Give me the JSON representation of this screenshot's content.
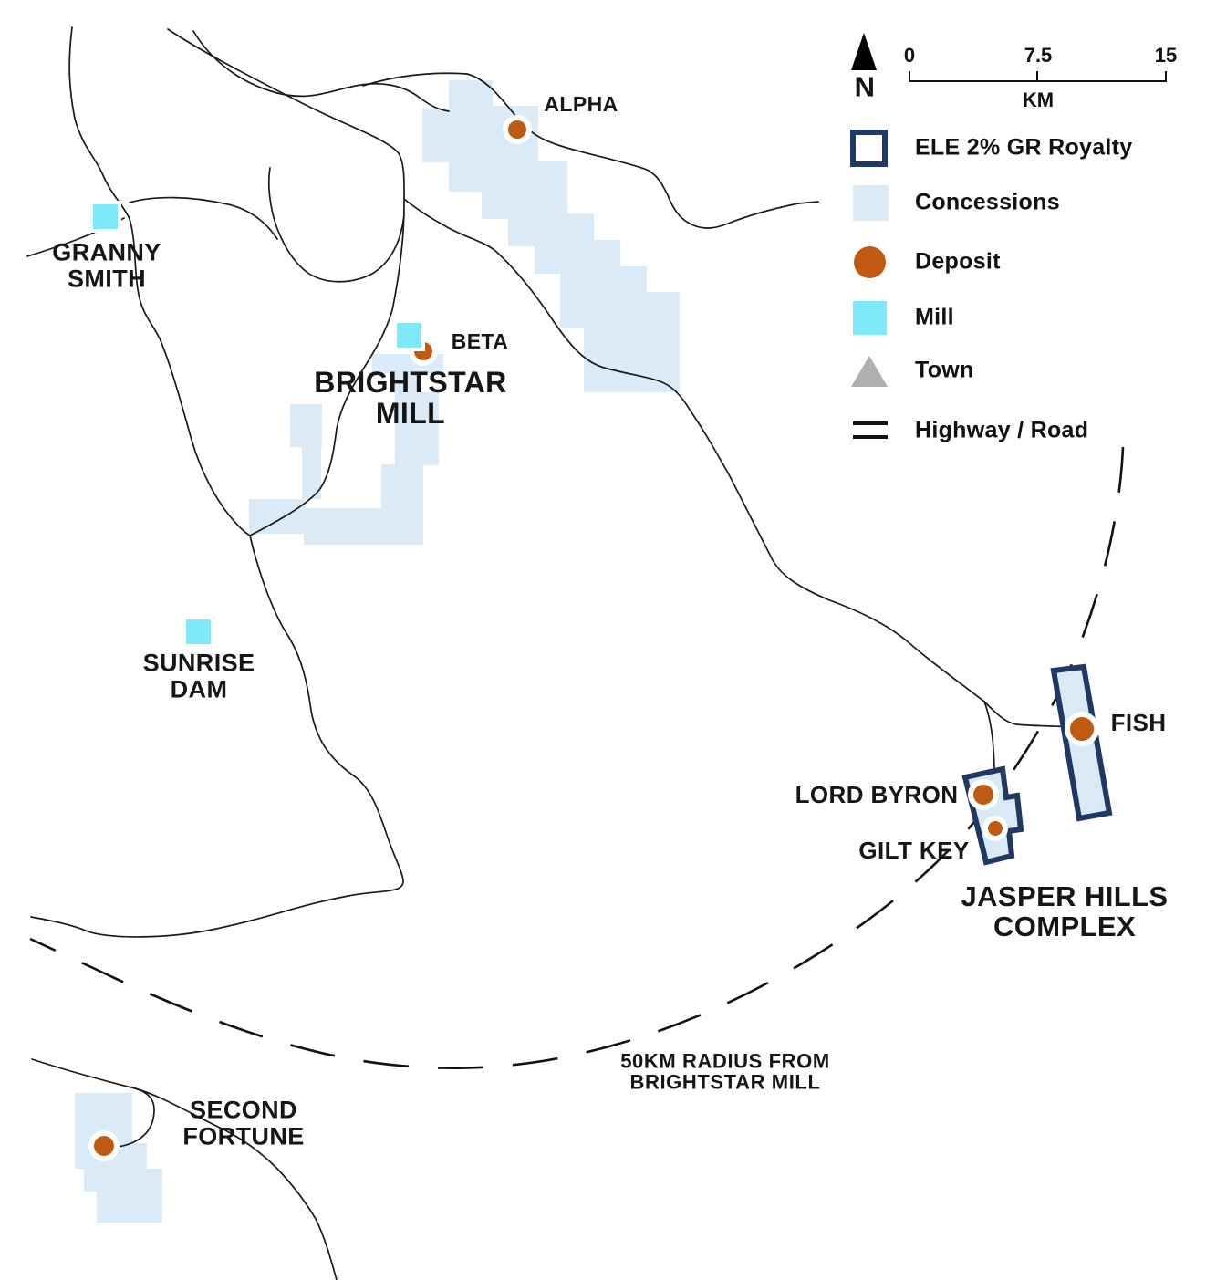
{
  "north_label": "N",
  "scale_bar": {
    "tick_start": "0",
    "tick_mid": "7.5",
    "tick_end": "15",
    "unit": "KM"
  },
  "legend": {
    "royalty_label": "ELE 2% GR Royalty",
    "concessions_label": "Concessions",
    "deposit_label": "Deposit",
    "mill_label": "Mill",
    "town_label": "Town",
    "highway_label": "Highway / Road"
  },
  "map": {
    "labels": {
      "granny_smith": {
        "line1": "GRANNY",
        "line2": "SMITH"
      },
      "alpha": {
        "text": "ALPHA"
      },
      "beta": {
        "text": "BETA"
      },
      "brightstar_mill": {
        "line1": "BRIGHTSTAR",
        "line2": "MILL"
      },
      "sunrise_dam": {
        "line1": "SUNRISE",
        "line2": "DAM"
      },
      "fish": {
        "text": "FISH"
      },
      "lord_byron": {
        "text": "LORD BYRON"
      },
      "gilt_key": {
        "text": "GILT KEY"
      },
      "jasper_hills_complex": {
        "line1": "JASPER HILLS",
        "line2": "COMPLEX"
      },
      "second_fortune": {
        "line1": "SECOND",
        "line2": "FORTUNE"
      },
      "radius_note": {
        "line1": "50KM RADIUS FROM",
        "line2": "BRIGHTSTAR MILL"
      }
    },
    "colors": {
      "concession_fill": "#daeaf6",
      "royalty_outline": "#203864",
      "royalty_fill": "#d9e9f5",
      "deposit": "#c05a11",
      "mill": "#7de9f9",
      "town": "#b0b0b0",
      "road": "#1a1a1a"
    }
  }
}
